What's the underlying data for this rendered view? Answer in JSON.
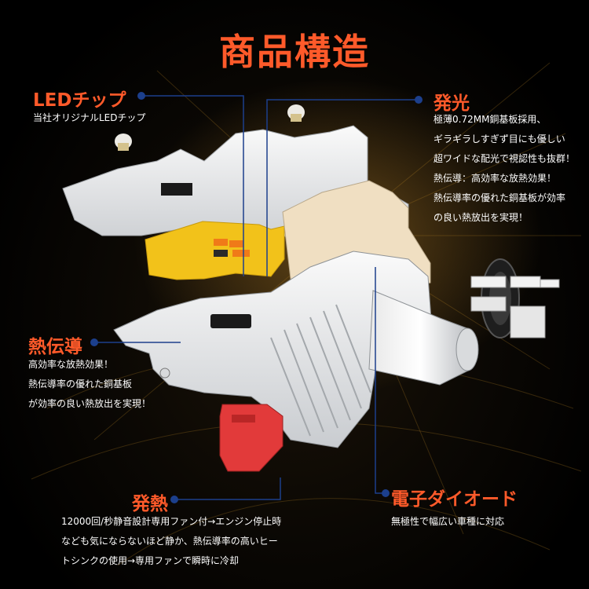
{
  "title": "商品構造",
  "callouts": {
    "led_chip": {
      "label": "LEDチップ",
      "desc": "当社オリジナルLEDチップ"
    },
    "light": {
      "label": "発光",
      "lines": [
        "極薄0.72MM銅基板採用、",
        "ギラギラしすぎず目にも優しい",
        "超ワイドな配光で視認性も抜群！",
        "熱伝導：高効率な放熱効果！",
        "熱伝導率の優れた銅基板が効率",
        "の良い熱放出を実現！"
      ]
    },
    "heat_conduction": {
      "label": "熱伝導",
      "lines": [
        "高効率な放熱効果！",
        "熱伝導率の優れた銅基板",
        "が効率の良い熱放出を実現！"
      ]
    },
    "heat_dissipation": {
      "label": "発熱",
      "lines": [
        "12000回/秒静音設計専用ファン付→エンジン停止時",
        "なども気にならないほど静か、熱伝導率の高いヒー",
        "トシンクの使用→専用ファンで瞬時に冷却"
      ]
    },
    "electronic_diode": {
      "label": "電子ダイオード",
      "desc": "無極性で幅広い車種に対応"
    }
  },
  "colors": {
    "accent": "#ff5a2a",
    "leader": "#1c3f8c",
    "yellow_part": "#f2c21a",
    "red_part": "#e23a3a",
    "beige_part": "#f0dfc2"
  }
}
